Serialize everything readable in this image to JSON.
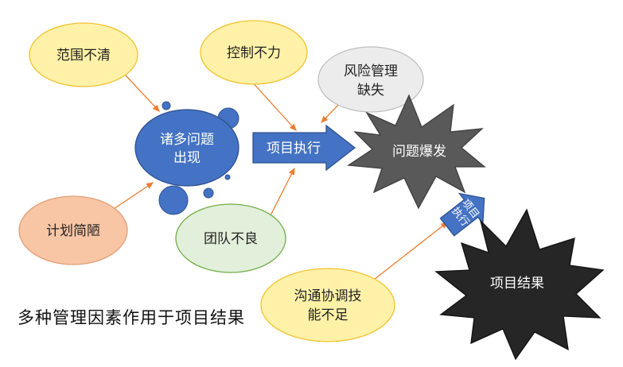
{
  "nodes": {
    "scope": "范围不清",
    "control": "控制不力",
    "risk_line1": "风险管理",
    "risk_line2": "缺失",
    "issues_line1": "诸多问题",
    "issues_line2": "出现",
    "plan": "计划简陋",
    "team": "团队不良",
    "comm_line1": "沟通协调技",
    "comm_line2": "能不足",
    "burst": "问题爆发",
    "result": "项目结果"
  },
  "arrows": {
    "exec1": "项目执行",
    "exec2_line1": "项目",
    "exec2_line2": "执行"
  },
  "caption": "多种管理因素作用于项目结果",
  "colors": {
    "yellow_fill": "#fff2a8",
    "yellow_border": "#f2c230",
    "blue_fill": "#4472c4",
    "blue_border": "#2f528f",
    "peach_fill": "#f8c5a5",
    "peach_border": "#e0a078",
    "green_fill": "#e2efda",
    "green_border": "#70ad47",
    "grey_fill": "#ececec",
    "grey_border": "#bfbfbf",
    "burst_grey": "#595959",
    "burst_dark": "#262626",
    "connector": "#ed7d31"
  }
}
